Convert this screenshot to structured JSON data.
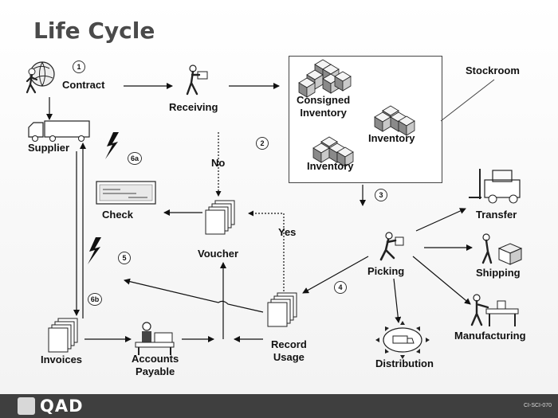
{
  "title": "Life Cycle",
  "nodes": {
    "contract": "Contract",
    "receiving": "Receiving",
    "stockroom": "Stockroom",
    "consigned_inventory_line1": "Consigned",
    "consigned_inventory_line2": "Inventory",
    "inventory_1": "Inventory",
    "inventory_2": "Inventory",
    "supplier": "Supplier",
    "check": "Check",
    "voucher": "Voucher",
    "picking": "Picking",
    "transfer": "Transfer",
    "shipping": "Shipping",
    "manufacturing": "Manufacturing",
    "distribution": "Distribution",
    "record_usage_line1": "Record",
    "record_usage_line2": "Usage",
    "invoices": "Invoices",
    "accounts_payable_line1": "Accounts",
    "accounts_payable_line2": "Payable"
  },
  "edge_labels": {
    "no": "No",
    "yes": "Yes"
  },
  "steps": {
    "s1": "1",
    "s2": "2",
    "s3": "3",
    "s4": "4",
    "s5": "5",
    "s6a": "6a",
    "s6b": "6b"
  },
  "footer": {
    "logo": "QAD",
    "code": "CI-SCI-070"
  },
  "colors": {
    "footer_bg": "#3f3f3f",
    "title": "#4a4a4a"
  }
}
